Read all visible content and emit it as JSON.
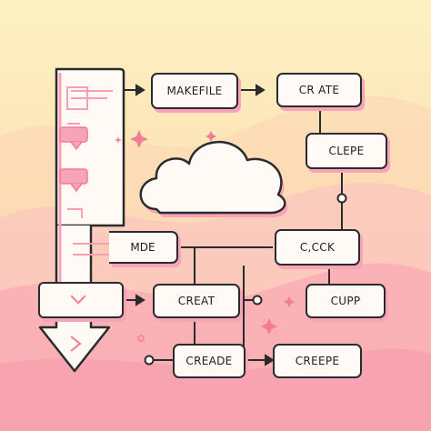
{
  "diagram": {
    "nodes": {
      "makefile": "MAKEFILE",
      "crate": "CR ATE",
      "clepe": "CLEPE",
      "mde": "MDE",
      "ccck": "C,CCK",
      "creat": "CREAT",
      "cupp": "CUPP",
      "creade": "CREADE",
      "creepe": "CREEPE"
    },
    "colors": {
      "stroke": "#2b2b2b",
      "node_fill": "#fffaf6",
      "node_shadow": "#f7a3b8",
      "accent": "#f27c93",
      "background_top": "#fde9b2",
      "background_bottom": "#f8a4b3"
    },
    "icons": [
      "cloud-icon",
      "sparkle-icon",
      "arrow-down-icon"
    ]
  }
}
